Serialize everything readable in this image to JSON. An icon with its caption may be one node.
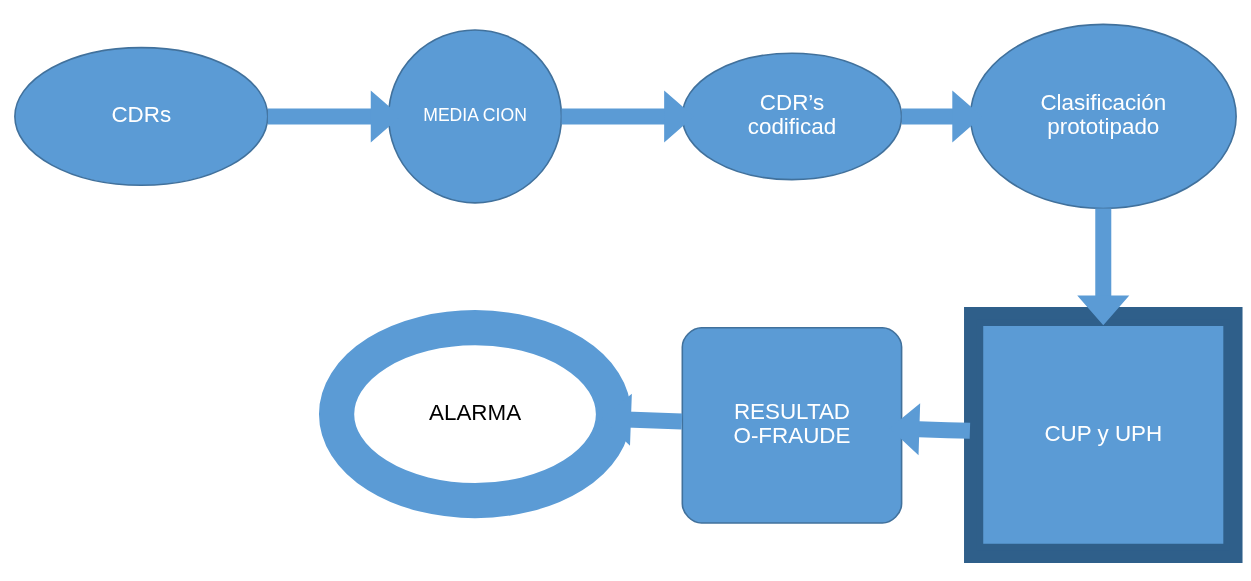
{
  "diagram": {
    "nodes": [
      {
        "text": [
          "CDRs"
        ]
      },
      {
        "text": [
          "MEDIA CION"
        ]
      },
      {
        "text": [
          "CDR’s codificad"
        ]
      },
      {
        "text": [
          "Clasificación prototipado"
        ]
      },
      {
        "text": [
          "CUP y UPH"
        ]
      },
      {
        "text": [
          "RESULTAD O-FRAUDE"
        ]
      },
      {
        "text": [
          "ALARMA"
        ]
      }
    ],
    "edges": [
      {
        "from": 0,
        "to": 1,
        "arrow": "to"
      },
      {
        "from": 1,
        "to": 2,
        "arrow": "to"
      },
      {
        "from": 2,
        "to": 3,
        "arrow": "to"
      },
      {
        "from": 3,
        "to": 4,
        "arrow": "to"
      },
      {
        "from": 4,
        "to": 5,
        "arrow": "to"
      },
      {
        "from": 5,
        "to": 6,
        "arrow": "to"
      }
    ]
  }
}
